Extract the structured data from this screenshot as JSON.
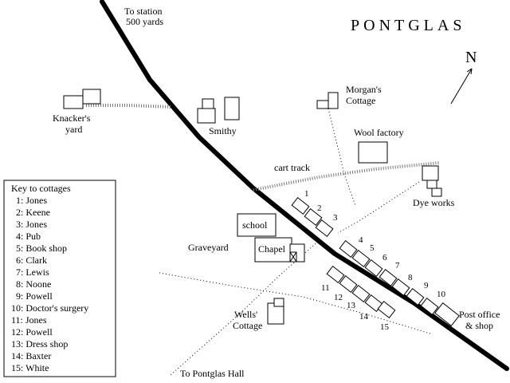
{
  "map": {
    "title": "PONTGLAS",
    "north": "N",
    "station": [
      "To station",
      "500 yards"
    ],
    "hall": "To Pontglas Hall",
    "cart_track": "cart track",
    "places": {
      "knackers_yard": [
        "Knacker's",
        "yard"
      ],
      "smithy": "Smithy",
      "morgans_cottage": [
        "Morgan's",
        "Cottage"
      ],
      "wool_factory": "Wool factory",
      "dye_works": "Dye works",
      "school": "school",
      "chapel": "Chapel",
      "graveyard": "Graveyard",
      "wells_cottage": [
        "Wells'",
        "Cottage"
      ],
      "post_office": [
        "Post office",
        "& shop"
      ]
    },
    "cottage_numbers": [
      "1",
      "2",
      "3",
      "4",
      "5",
      "6",
      "7",
      "8",
      "9",
      "10",
      "11",
      "12",
      "13",
      "14",
      "15"
    ]
  },
  "key": {
    "title": "Key to cottages",
    "items": [
      "1: Jones",
      "2: Keene",
      "3: Jones",
      "4: Pub",
      "5: Book shop",
      "6: Clark",
      "7: Lewis",
      "8: Noone",
      "9: Powell",
      "10: Doctor's surgery",
      "11: Jones",
      "12: Powell",
      "13: Dress shop",
      "14: Baxter",
      "15: White"
    ]
  }
}
